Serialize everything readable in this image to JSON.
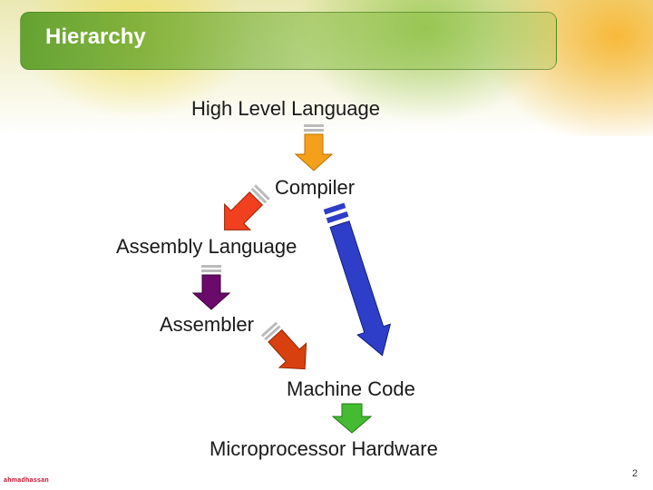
{
  "slide": {
    "title": "Hierarchy",
    "page_number": "2",
    "logo_text": "ahmadhassan"
  },
  "diagram": {
    "nodes": {
      "high_level_language": "High Level Language",
      "compiler": "Compiler",
      "assembly_language": "Assembly Language",
      "assembler": "Assembler",
      "machine_code": "Machine Code",
      "microprocessor_hardware": "Microprocessor Hardware"
    },
    "arrow_colors": {
      "to_compiler": "#f5a01a",
      "compiler_to_assembly": "#f04020",
      "assembly_to_assembler": "#6a0a6a",
      "assembler_to_machine": "#d84010",
      "compiler_to_machine": "#2e3ec8",
      "machine_to_hardware": "#44bb33"
    },
    "theme_colors": {
      "title_bar": "#5c9e28",
      "logo": "#c8102e"
    }
  }
}
